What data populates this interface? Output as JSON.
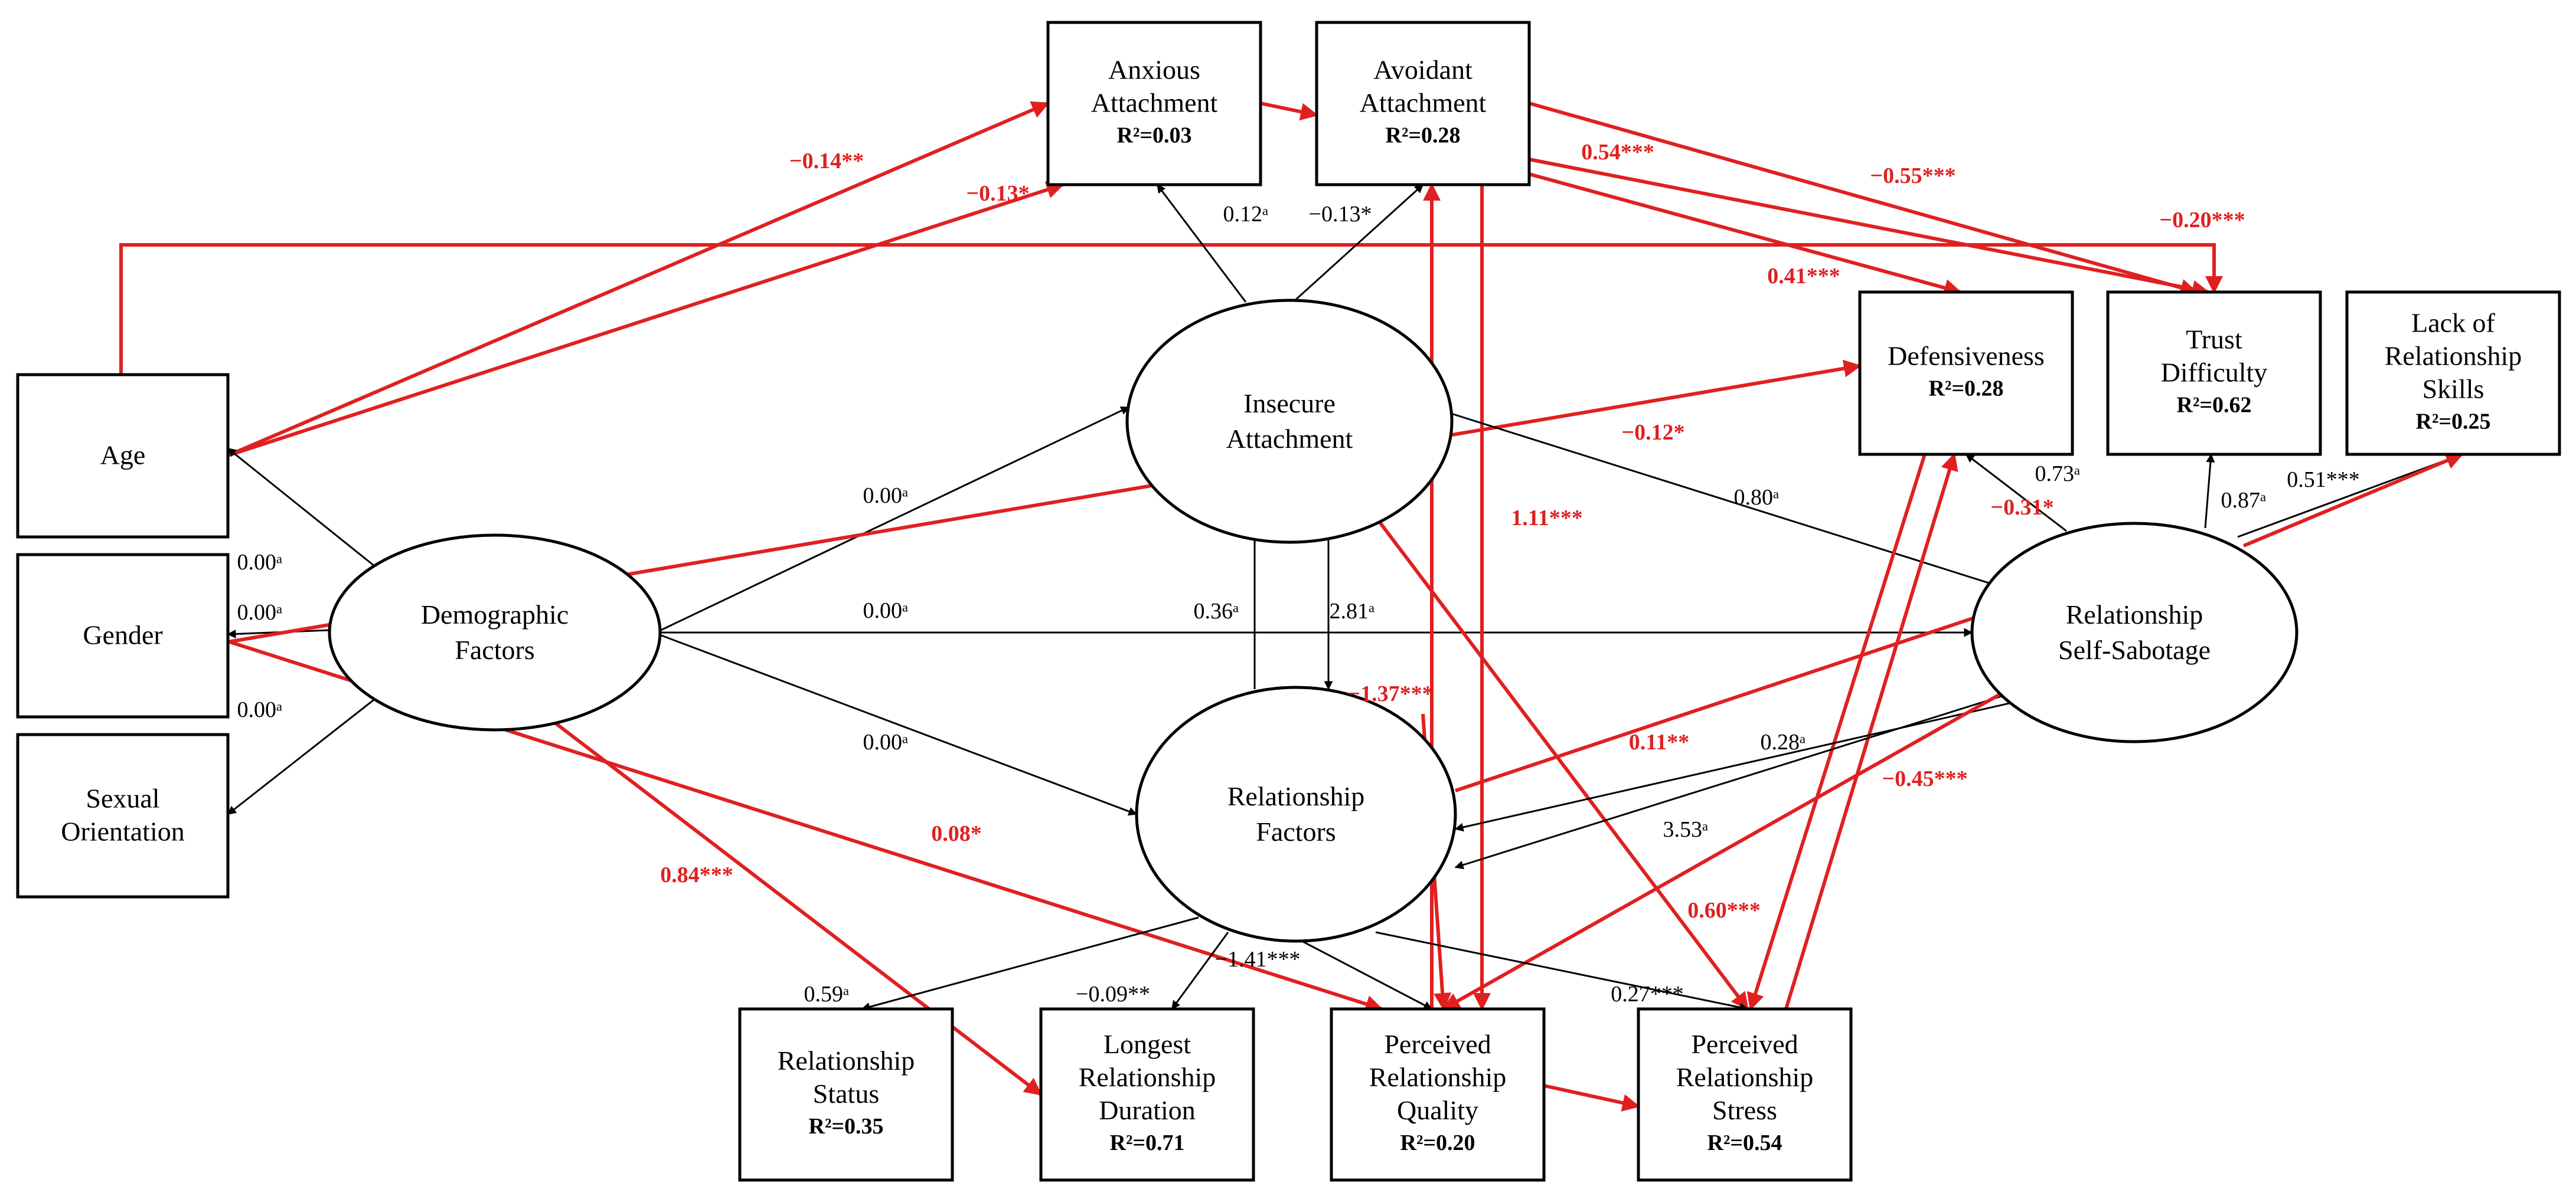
{
  "colors": {
    "significant": "#e02020",
    "nonsignificant": "#000000"
  },
  "nodes": [
    {
      "id": "age",
      "shape": "rect",
      "lines": [
        "Age"
      ],
      "r2": ""
    },
    {
      "id": "gender",
      "shape": "rect",
      "lines": [
        "Gender"
      ],
      "r2": ""
    },
    {
      "id": "sexual",
      "shape": "rect",
      "lines": [
        "Sexual",
        "Orientation"
      ],
      "r2": ""
    },
    {
      "id": "anxious",
      "shape": "rect",
      "lines": [
        "Anxious",
        "Attachment"
      ],
      "r2": "R²=0.03"
    },
    {
      "id": "avoidant",
      "shape": "rect",
      "lines": [
        "Avoidant",
        "Attachment"
      ],
      "r2": "R²=0.28"
    },
    {
      "id": "defens",
      "shape": "rect",
      "lines": [
        "Defensiveness"
      ],
      "r2": "R²=0.28"
    },
    {
      "id": "trust",
      "shape": "rect",
      "lines": [
        "Trust",
        "Difficulty"
      ],
      "r2": "R²=0.62"
    },
    {
      "id": "lack",
      "shape": "rect",
      "lines": [
        "Lack of",
        "Relationship",
        "Skills"
      ],
      "r2": "R²=0.25"
    },
    {
      "id": "relstatus",
      "shape": "rect",
      "lines": [
        "Relationship",
        "Status"
      ],
      "r2": "R²=0.35"
    },
    {
      "id": "longest",
      "shape": "rect",
      "lines": [
        "Longest",
        "Relationship",
        "Duration"
      ],
      "r2": "R²=0.71"
    },
    {
      "id": "quality",
      "shape": "rect",
      "lines": [
        "Perceived",
        "Relationship",
        "Quality"
      ],
      "r2": "R²=0.20"
    },
    {
      "id": "stress",
      "shape": "rect",
      "lines": [
        "Perceived",
        "Relationship",
        "Stress"
      ],
      "r2": "R²=0.54"
    },
    {
      "id": "demo",
      "shape": "ellipse",
      "lines": [
        "Demographic",
        "Factors"
      ],
      "r2": ""
    },
    {
      "id": "insecure",
      "shape": "ellipse",
      "lines": [
        "Insecure",
        "Attachment"
      ],
      "r2": ""
    },
    {
      "id": "relfact",
      "shape": "ellipse",
      "lines": [
        "Relationship",
        "Factors"
      ],
      "r2": ""
    },
    {
      "id": "rss",
      "shape": "ellipse",
      "lines": [
        "Relationship",
        "Self-Sabotage"
      ],
      "r2": ""
    }
  ],
  "paths": [
    {
      "id": "age-anxious",
      "label": "−0.14**",
      "sig": true
    },
    {
      "id": "age-avoidant",
      "label": "−0.13*",
      "sig": true
    },
    {
      "id": "age-trust",
      "label": "−0.20***",
      "sig": true
    },
    {
      "id": "demo-age",
      "label": "0.00ᵃ",
      "sig": false
    },
    {
      "id": "demo-gender",
      "label": "0.00ᵃ",
      "sig": false
    },
    {
      "id": "demo-sexual",
      "label": "0.00ᵃ",
      "sig": false
    },
    {
      "id": "demo-insecure",
      "label": "0.00ᵃ",
      "sig": false
    },
    {
      "id": "demo-rss",
      "label": "0.00ᵃ",
      "sig": false
    },
    {
      "id": "demo-relfact",
      "label": "0.00ᵃ",
      "sig": false
    },
    {
      "id": "gender-longest",
      "label": "0.84***",
      "sig": true
    },
    {
      "id": "gender-quality",
      "label": "0.08*",
      "sig": true
    },
    {
      "id": "insecure-anxious",
      "label": "0.12ᵃ",
      "sig": false
    },
    {
      "id": "insecure-avoidant",
      "label": "−0.13*",
      "sig": false
    },
    {
      "id": "anxious-avoidant",
      "label": "",
      "sig": true
    },
    {
      "id": "avoidant-defens",
      "label": "0.41***",
      "sig": true
    },
    {
      "id": "avoidant-trust-a",
      "label": "0.54***",
      "sig": true
    },
    {
      "id": "avoidant-trust-b",
      "label": "−0.55***",
      "sig": true
    },
    {
      "id": "quality-avoidant",
      "label": "",
      "sig": true
    },
    {
      "id": "avoidant-quality",
      "label": "1.11***",
      "sig": true
    },
    {
      "id": "gender-defens",
      "label": "−0.12*",
      "sig": true
    },
    {
      "id": "insecure-rss",
      "label": "0.80ᵃ",
      "sig": false
    },
    {
      "id": "relfact-insecure",
      "label": "0.36ᵃ",
      "sig": false
    },
    {
      "id": "insecure-relfact",
      "label": "2.81ᵃ",
      "sig": false
    },
    {
      "id": "insecure-stress",
      "label": "0.60***",
      "sig": true
    },
    {
      "id": "relfact-quality",
      "label": "−1.37***",
      "sig": true
    },
    {
      "id": "rss-defens",
      "label": "0.73ᵃ",
      "sig": false
    },
    {
      "id": "rss-trust",
      "label": "0.87ᵃ",
      "sig": false
    },
    {
      "id": "rss-lack",
      "label": "0.51***",
      "sig": false
    },
    {
      "id": "stress-defens",
      "label": "−0.31*",
      "sig": true
    },
    {
      "id": "defens-stress",
      "label": "",
      "sig": true
    },
    {
      "id": "relfact-rss",
      "label": "0.11**",
      "sig": true
    },
    {
      "id": "rss-relfact",
      "label": "0.28ᵃ",
      "sig": false
    },
    {
      "id": "rss-relfact-b",
      "label": "3.53ᵃ",
      "sig": false
    },
    {
      "id": "rss-quality",
      "label": "−0.45***",
      "sig": true
    },
    {
      "id": "relfact-relstatus",
      "label": "0.59ᵃ",
      "sig": false
    },
    {
      "id": "relfact-longest",
      "label": "−0.09**",
      "sig": false
    },
    {
      "id": "relfact-quality-b",
      "label": "−1.41***",
      "sig": false
    },
    {
      "id": "relfact-stress",
      "label": "0.27***",
      "sig": false
    },
    {
      "id": "quality-stress",
      "label": "",
      "sig": true
    },
    {
      "id": "rss-lack-red",
      "label": "",
      "sig": true
    }
  ]
}
